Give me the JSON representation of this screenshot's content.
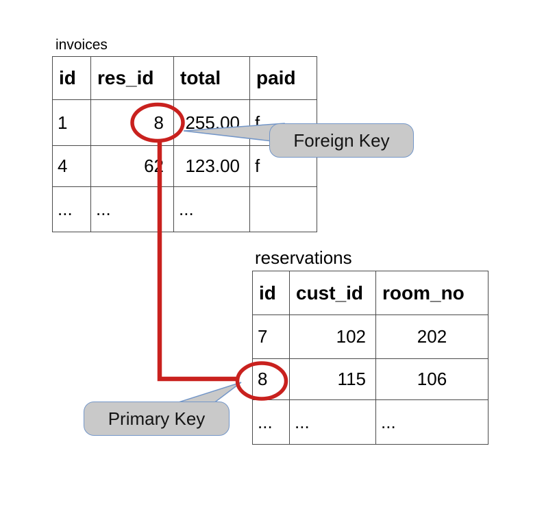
{
  "diagram": {
    "background_color": "#ffffff",
    "accent_red": "#c9211e",
    "callout_fill": "#c9c9c9",
    "callout_border_blue": "#7396c8",
    "table_border_color": "#4a4a4a"
  },
  "invoices_table": {
    "label": "invoices",
    "columns": [
      "id",
      "res_id",
      "total",
      "paid"
    ],
    "rows": [
      [
        "1",
        "8",
        "255.00",
        "f"
      ],
      [
        "4",
        "62",
        "123.00",
        "f"
      ],
      [
        "...",
        "...",
        "...",
        ""
      ]
    ],
    "annotation": {
      "circled_value": "8",
      "circled_column": "res_id"
    }
  },
  "reservations_table": {
    "label": "reservations",
    "columns": [
      "id",
      "cust_id",
      "room_no"
    ],
    "rows": [
      [
        "7",
        "102",
        "202"
      ],
      [
        "8",
        "115",
        "106"
      ],
      [
        "...",
        "...",
        "..."
      ]
    ],
    "annotation": {
      "circled_value": "8",
      "circled_column": "id"
    }
  },
  "callouts": {
    "foreign_key_label": "Foreign Key",
    "primary_key_label": "Primary Key"
  }
}
